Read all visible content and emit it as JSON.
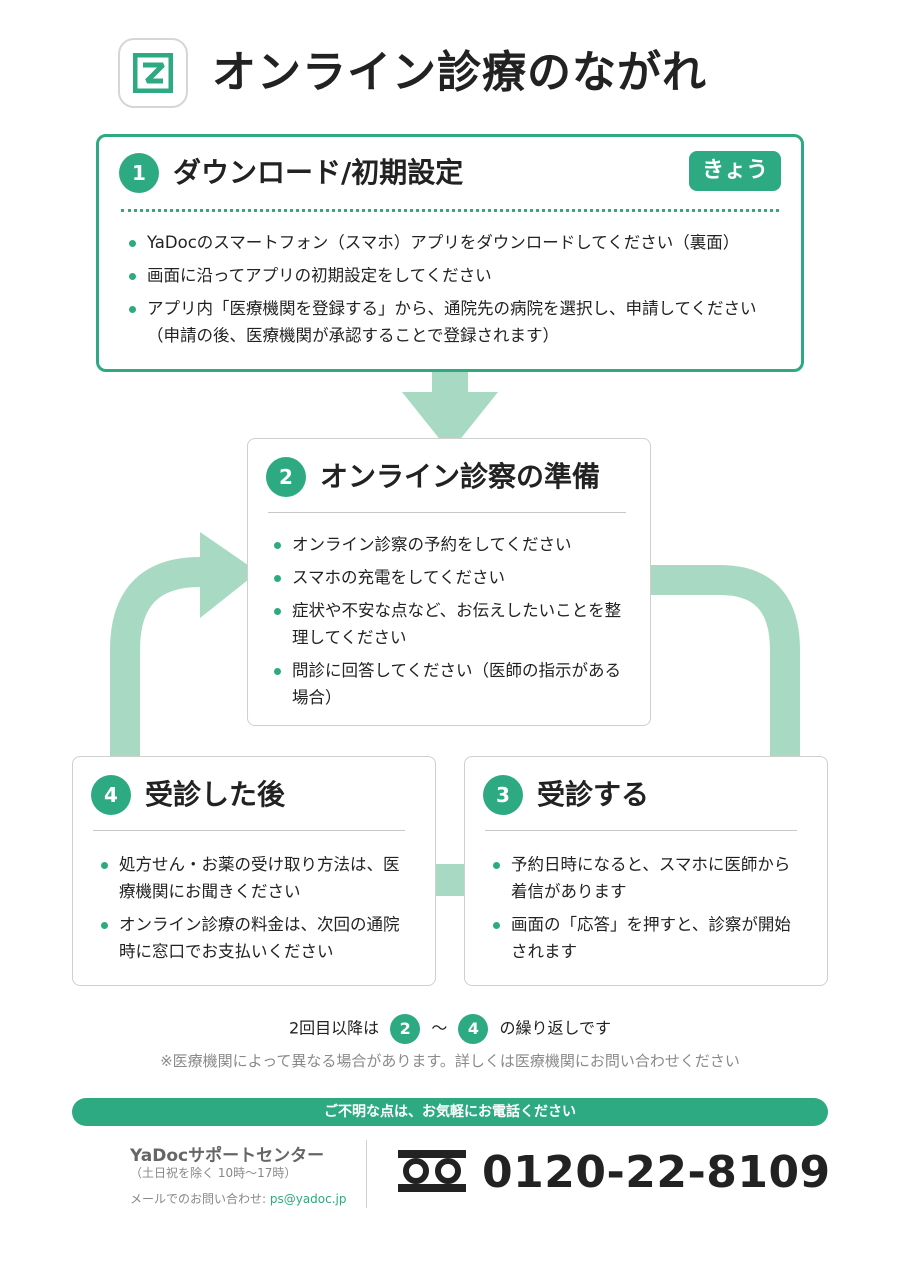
{
  "header": {
    "title": "オンライン診療のながれ",
    "logo_icon": "yadoc-logo-icon"
  },
  "step1": {
    "number": "1",
    "title": "ダウンロード/初期設定",
    "badge": "きょう",
    "items": [
      "YaDocのスマートフォン（スマホ）アプリをダウンロードしてください（裏面）",
      "画面に沿ってアプリの初期設定をしてください",
      "アプリ内「医療機関を登録する」から、通院先の病院を選択し、申請してください（申請の後、医療機関が承認することで登録されます）"
    ]
  },
  "step2": {
    "number": "2",
    "title": "オンライン診察の準備",
    "items": [
      "オンライン診察の予約をしてください",
      "スマホの充電をしてください",
      "症状や不安な点など、お伝えしたいことを整理してください",
      "問診に回答してください（医師の指示がある場合）"
    ]
  },
  "step3": {
    "number": "3",
    "title": "受診する",
    "items": [
      "予約日時になると、スマホに医師から着信があります",
      "画面の「応答」を押すと、診察が開始されます"
    ]
  },
  "step4": {
    "number": "4",
    "title": "受診した後",
    "items": [
      "処方せん・お薬の受け取り方法は、医療機関にお聞きください",
      "オンライン診療の料金は、次回の通院時に窓口でお支払いください"
    ]
  },
  "repeat": {
    "prefix": "2回目以降は",
    "from": "2",
    "tilde": "〜",
    "to": "4",
    "suffix": "の繰り返しです"
  },
  "note": "※医療機関によって異なる場合があります。詳しくは医療機関にお問い合わせください",
  "contact": {
    "banner": "ご不明な点は、お気軽にお電話ください",
    "center_name": "YaDocサポートセンター",
    "hours": "（土日祝を除く 10時〜17時）",
    "mail_label": "メールでのお問い合わせ: ",
    "mail": "ps@yadoc.jp",
    "phone": "0120-22-8109",
    "freedial_icon": "free-dial-icon"
  },
  "colors": {
    "accent": "#2daa82",
    "accent_light": "#a7d9c3",
    "border": "#cfcfcf"
  }
}
